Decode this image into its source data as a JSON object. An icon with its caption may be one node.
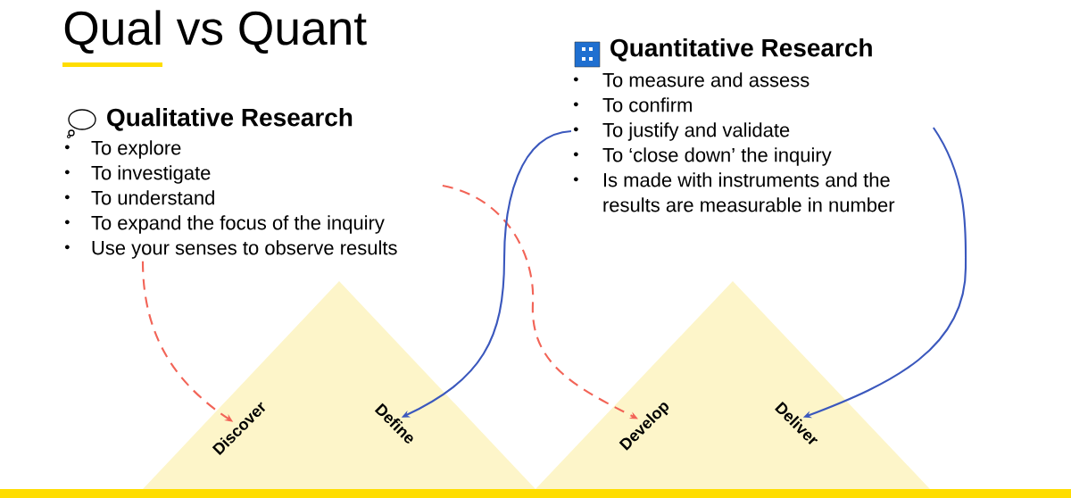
{
  "diagram": {
    "title": "Qual vs Quant",
    "nodes": [
      {
        "text": [
          "Qualitative Research",
          "To explore",
          "To investigate",
          "To understand",
          "To expand the focus of the inquiry",
          "Use your senses to observe results"
        ]
      },
      {
        "text": [
          "Quantitative Research",
          "To measure and assess",
          "To confirm",
          "To justify and validate",
          "To ‘close down’ the inquiry",
          "Is made with instruments and the results are measurable in number"
        ]
      },
      {
        "text": [],
        "shape": "triangle"
      },
      {
        "text": [
          "Discover"
        ],
        "in": 2
      },
      {
        "text": [
          "Define"
        ],
        "in": 2
      },
      {
        "text": [],
        "shape": "triangle"
      },
      {
        "text": [
          "Develop"
        ],
        "in": 5
      },
      {
        "text": [
          "Deliver"
        ],
        "in": 5
      }
    ],
    "edges": [
      {
        "from": 0,
        "to": 3,
        "arrow": "to",
        "style": "dashed",
        "color": "#f26457"
      },
      {
        "from": 0,
        "to": 6,
        "arrow": "to",
        "style": "dashed",
        "color": "#f26457"
      },
      {
        "from": 1,
        "to": 4,
        "arrow": "to",
        "color": "#3b58bd"
      },
      {
        "from": 1,
        "to": 7,
        "arrow": "to",
        "color": "#3b58bd"
      }
    ]
  }
}
